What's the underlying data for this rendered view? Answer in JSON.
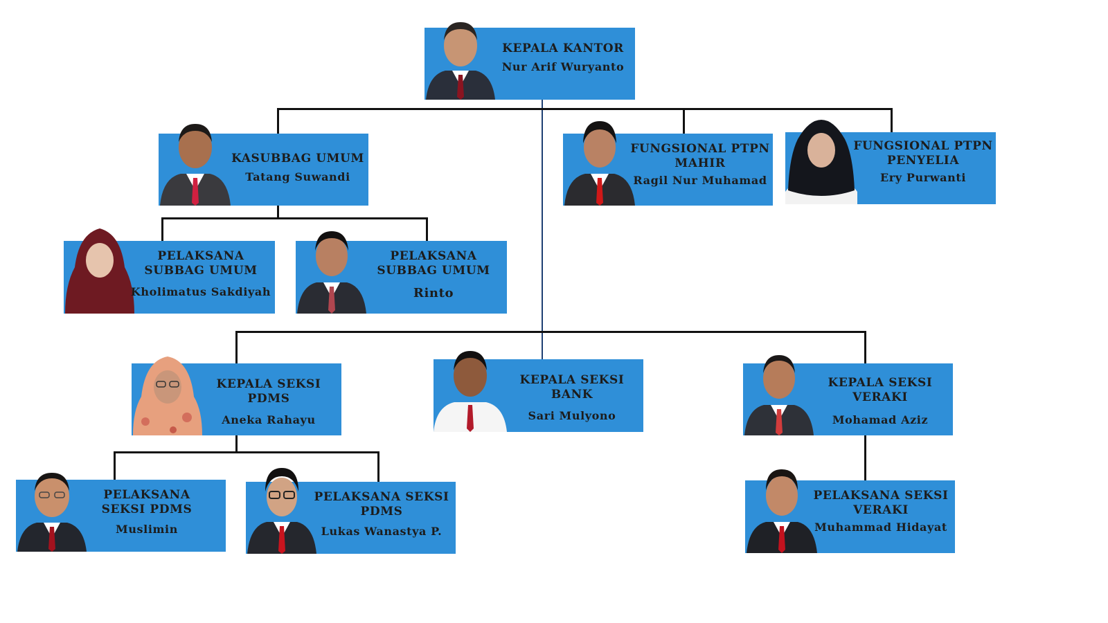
{
  "nodes": {
    "kepala_kantor": {
      "title": "KEPALA KANTOR",
      "name": "Nur Arif Wuryanto"
    },
    "kasubbag_umum": {
      "title": "KASUBBAG UMUM",
      "name": "Tatang Suwandi"
    },
    "fungsional_mahir": {
      "title": "FUNGSIONAL PTPN MAHIR",
      "name": "Ragil Nur Muhamad"
    },
    "fungsional_penyelia": {
      "title": "FUNGSIONAL PTPN PENYELIA",
      "name": "Ery Purwanti"
    },
    "pelaksana_subbag_1": {
      "title": "PELAKSANA SUBBAG UMUM",
      "name": "Kholimatus Sakdiyah"
    },
    "pelaksana_subbag_2": {
      "title": "PELAKSANA SUBBAG UMUM",
      "name": "Rinto"
    },
    "kepala_seksi_pdms": {
      "title": "KEPALA SEKSI PDMS",
      "name": "Aneka Rahayu"
    },
    "kepala_seksi_bank": {
      "title": "KEPALA SEKSI BANK",
      "name": "Sari Mulyono"
    },
    "kepala_seksi_veraki": {
      "title": "KEPALA SEKSI VERAKI",
      "name": "Mohamad Aziz"
    },
    "pelaksana_pdms_1": {
      "title": "PELAKSANA SEKSI PDMS",
      "name": "Muslimin"
    },
    "pelaksana_pdms_2": {
      "title": "PELAKSANA SEKSI PDMS",
      "name": "Lukas Wanastya P."
    },
    "pelaksana_veraki": {
      "title": "PELAKSANA SEKSI VERAKI",
      "name": "Muhammad Hidayat"
    }
  },
  "colors": {
    "box": "#2f8fd8",
    "connector": "#111111",
    "trunk": "#1e3f73"
  }
}
